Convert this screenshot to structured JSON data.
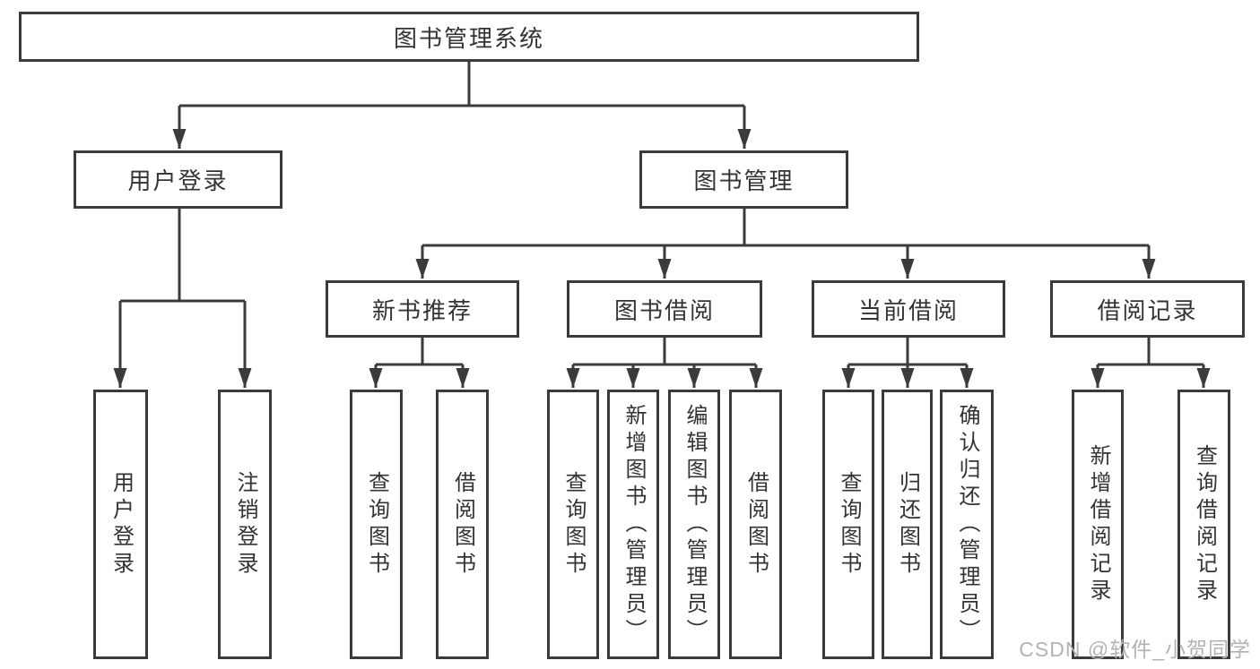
{
  "tree": {
    "label": "图书管理系统",
    "children": [
      {
        "label": "用户登录",
        "children": [
          {
            "label": "用户登录"
          },
          {
            "label": "注销登录"
          }
        ]
      },
      {
        "label": "图书管理",
        "children": [
          {
            "label": "新书推荐",
            "children": [
              {
                "label": "查询图书"
              },
              {
                "label": "借阅图书"
              }
            ]
          },
          {
            "label": "图书借阅",
            "children": [
              {
                "label": "查询图书"
              },
              {
                "label": "新增图书（管理员）"
              },
              {
                "label": "编辑图书（管理员）"
              },
              {
                "label": "借阅图书"
              }
            ]
          },
          {
            "label": "当前借阅",
            "children": [
              {
                "label": "查询图书"
              },
              {
                "label": "归还图书"
              },
              {
                "label": "确认归还（管理员）"
              }
            ]
          },
          {
            "label": "借阅记录",
            "children": [
              {
                "label": "新增借阅记录"
              },
              {
                "label": "查询借阅记录"
              }
            ]
          }
        ]
      }
    ]
  },
  "colors": {
    "line": "#3b3b3b",
    "text": "#333333",
    "watermark": "#b3b3b3"
  },
  "watermark": {
    "text": "CSDN @软件_小贺同学"
  }
}
